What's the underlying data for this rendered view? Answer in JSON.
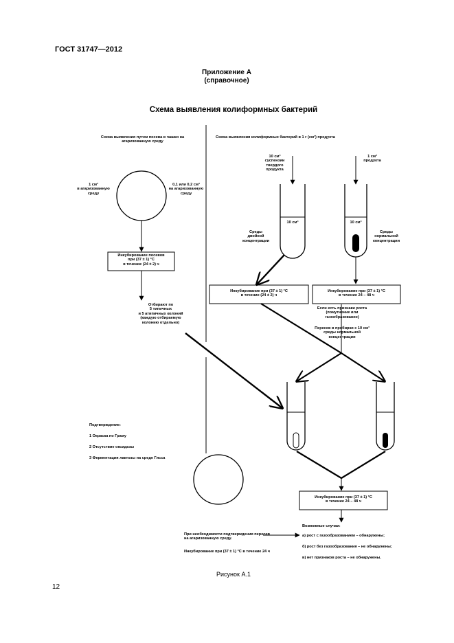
{
  "header": {
    "standard": "ГОСТ 31747—2012"
  },
  "annex": {
    "title": "Приложение А",
    "subtitle": "(справочное)"
  },
  "figure_title": "Схема выявления колиформных бактерий",
  "left_column": {
    "heading_line1": "Схема выявления путем посева в чашки на",
    "heading_line2": "агаризованную среду",
    "volume_left_line1": "1 см³",
    "volume_left_line2": "в агаризованную",
    "volume_left_line3": "среду",
    "volume_right_line1": "0,1 или 0,2 см³",
    "volume_right_line2": "на агаризованную",
    "volume_right_line3": "среду",
    "incubation_line1": "Инкубирование посевов",
    "incubation_line2": "при (37 ± 1) °С",
    "incubation_line3": "в течение (24 ± 2) ч",
    "select_line1": "Отбирают по",
    "select_line2": "5 типичных",
    "select_line3": "и 5 атипичных колоний",
    "select_line4": "(каждую отбираемую",
    "select_line5": "колонию отдельно)",
    "confirm_title": "Подтверждение:",
    "confirm_1": "1 Окраска по Граму",
    "confirm_2": "2 Отсутствие оксидазы",
    "confirm_3": "3 Ферментация лактозы на среде Гисса",
    "bottom_line1": "При необходимости подтверждения пересев",
    "bottom_line2": "на агаризованную среду.",
    "bottom_line3": "Инкубирование при (37 ± 1) °С в течение 24 ч"
  },
  "right_column": {
    "heading": "Схема выявления колиформных бактерий в 1 г (см³) продукта",
    "tube1_label_line1": "10 см³",
    "tube1_label_line2": "суспензии",
    "tube1_label_line3": "твердого",
    "tube1_label_line4": "продукта",
    "tube2_label_line1": "1 см³",
    "tube2_label_line2": "продукта",
    "tube_volume": "10 см³",
    "medium1_line1": "Среды",
    "medium1_line2": "двойной",
    "medium1_line3": "концентрации",
    "medium2_line1": "Среды",
    "medium2_line2": "нормальной",
    "medium2_line3": "концентрации",
    "incub1_line1": "Инкубирование при (37 ± 1) °С",
    "incub1_line2": "в течение (24 ± 2) ч",
    "incub2_line1": "Инкубирование при (37 ± 1) °С",
    "incub2_line2": "в течение 24 – 48 ч",
    "growth_line1": "Если есть признаки роста",
    "growth_line2": "(помутнение или",
    "growth_line3": "газообразование)",
    "reseed_line1": "Пересев в пробирки с 10 см³",
    "reseed_line2": "среды нормальной",
    "reseed_line3": "концентрации",
    "incub3_line1": "Инкубирование при (37 ± 1) °С",
    "incub3_line2": "в течение 24 – 48 ч",
    "cases_title": "Возможные случаи:",
    "case_a": "а) рост с газообразованием – обнаружены;",
    "case_b": "б) рост без газообразования – не обнаружены;",
    "case_c": "в) нет признаков роста – не обнаружены."
  },
  "caption": "Рисунок А.1",
  "page_number": "12"
}
